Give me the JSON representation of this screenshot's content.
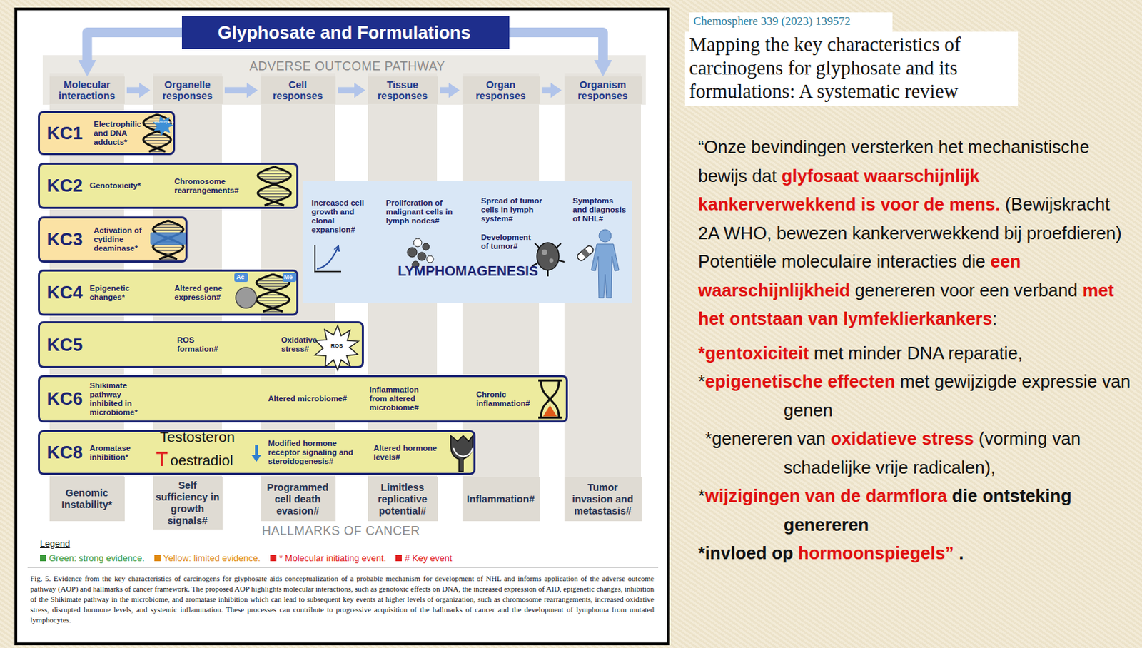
{
  "diagram": {
    "title": "Glyphosate and Formulations",
    "caption": "Fig. 5. Evidence from the key characteristics of carcinogens for glyphosate aids conceptualization of a probable mechanism for development of NHL and informs application of the adverse outcome pathway (AOP) and hallmarks of cancer framework. The proposed AOP highlights molecular interactions, such as genotoxic effects on DNA, the increased expression of AID, epigenetic changes, inhibition of the Shikimate pathway in the microbiome, and aromatase inhibition which can lead to subsequent key events at higher levels of organization, such as chromosome rearrangements, increased oxidative stress, disrupted hormone levels, and systemic inflammation. These processes can contribute to progressive acquisition of the hallmarks of cancer and the development of lymphoma from mutated lymphocytes.",
    "nodes": [
      {
        "text": [
          "Glyphosate and Formulations"
        ]
      },
      {
        "text": [
          "Molecular interactions"
        ]
      },
      {
        "text": [
          "Organelle responses"
        ]
      },
      {
        "text": [
          "Cell responses"
        ]
      },
      {
        "text": [
          "Tissue responses"
        ]
      },
      {
        "text": [
          "Organ responses"
        ]
      },
      {
        "text": [
          "Organism responses"
        ]
      },
      {
        "text": [
          "KC1",
          "Electrophilic and DNA adducts*"
        ]
      },
      {
        "text": [
          "KC2",
          "Genotoxicity*",
          "Chromosome rearrangements#"
        ]
      },
      {
        "text": [
          "KC3",
          "Activation of cytidine deaminase*"
        ]
      },
      {
        "text": [
          "KC4",
          "Epigenetic changes*",
          "Altered gene expression#"
        ]
      },
      {
        "text": [
          "KC5",
          "ROS formation#",
          "Oxidative stress#"
        ]
      },
      {
        "text": [
          "KC6",
          "Shikimate pathway inhibited in microbiome*",
          "Altered microbiome#",
          "Inflammation from altered microbiome#",
          "Chronic inflammation#"
        ]
      },
      {
        "text": [
          "KC8",
          "Aromatase inhibition*",
          "Modified hormone receptor signaling and steroidogenesis#",
          "Altered hormone levels#"
        ]
      },
      {
        "text": [
          "Increased cell growth and clonal expansion#",
          "Proliferation of malignant cells in lymph nodes#",
          "Spread of tumor cells in lymph system#",
          "Development of tumor#",
          "Symptoms and diagnosis of NHL#",
          "LYMPHOMAGENESIS"
        ]
      },
      {
        "text": [
          "Genomic Instability*"
        ]
      },
      {
        "text": [
          "Self sufficiency in growth signals#"
        ]
      },
      {
        "text": [
          "Programmed cell death evasion#"
        ]
      },
      {
        "text": [
          "Limitless replicative potential#"
        ]
      },
      {
        "text": [
          "Inflammation#"
        ]
      },
      {
        "text": [
          "Tumor invasion and metastasis#"
        ]
      }
    ],
    "edges": [
      {
        "from": 0,
        "to": 1,
        "arrow": "to"
      },
      {
        "from": 0,
        "to": 6,
        "arrow": "to"
      },
      {
        "from": 1,
        "to": 2,
        "arrow": "to"
      },
      {
        "from": 2,
        "to": 3,
        "arrow": "to"
      },
      {
        "from": 3,
        "to": 4,
        "arrow": "to"
      },
      {
        "from": 4,
        "to": 5,
        "arrow": "to"
      },
      {
        "from": 5,
        "to": 6,
        "arrow": "to"
      }
    ],
    "labels": [
      "ADVERSE OUTCOME PATHWAY",
      "electrophile",
      "Ac",
      "Me",
      "ROS",
      "Testosteron",
      "oestradiol",
      "HALLMARKS OF CANCER",
      "Legend",
      "Chemosphere 339 (2023) 139572",
      "Mapping the key characteristics of carcinogens for glyphosate and its formulations: A systematic review",
      "“Onze bevindingen versterken het mechanistische bewijs dat",
      "glyfosaat waarschijnlijk kankerverwekkend is voor de mens.",
      "(Bewijskracht 2A WHO, bewezen kankerverwekkend bij proefdieren) Potentiële moleculaire interacties die",
      "een waarschijnlijkheid",
      "genereren voor een verband",
      "met het ontstaan van lymfeklierkankers",
      ":",
      "*gentoxiciteit",
      "met minder DNA reparatie,",
      "*",
      "epigenetische effecten",
      "met gewijzigde expressie van genen",
      "*genereren van",
      "oxidatieve stress",
      "(vorming van schadelijke vrije radicalen),",
      "*",
      "wijzigingen van de darmflora",
      "die ontsteking genereren",
      "*invloed op",
      "hormoonspiegels”",
      "."
    ],
    "legend": [
      {
        "text": "Green: strong evidence.",
        "color": "#3c9a3c"
      },
      {
        "text": "Yellow: limited evidence.",
        "color": "#e08a10"
      },
      {
        "text": "* Molecular initiating event.",
        "color": "#e02020"
      },
      {
        "text": "# Key event",
        "color": "#e02020"
      }
    ]
  }
}
